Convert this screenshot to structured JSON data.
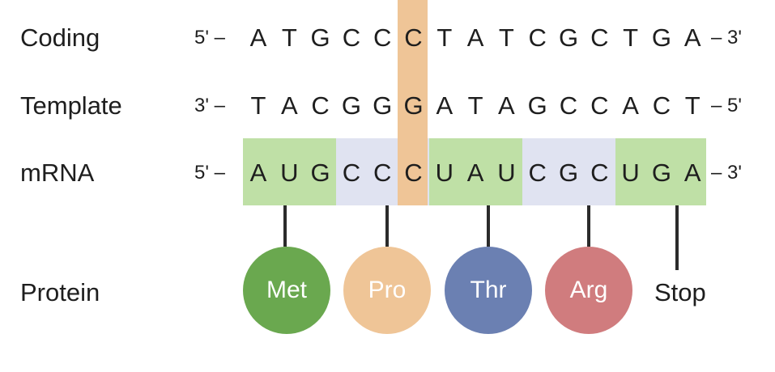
{
  "rows": {
    "coding": {
      "label": "Coding",
      "start": "5' –",
      "end": "– 3'",
      "bases": [
        "A",
        "T",
        "G",
        "C",
        "C",
        "C",
        "T",
        "A",
        "T",
        "C",
        "G",
        "C",
        "T",
        "G",
        "A"
      ]
    },
    "template": {
      "label": "Template",
      "start": "3' –",
      "end": "– 5'",
      "bases": [
        "T",
        "A",
        "C",
        "G",
        "G",
        "G",
        "A",
        "T",
        "A",
        "G",
        "C",
        "C",
        "A",
        "C",
        "T"
      ]
    },
    "mrna": {
      "label": "mRNA",
      "start": "5' –",
      "end": "– 3'",
      "bases": [
        "A",
        "U",
        "G",
        "C",
        "C",
        "C",
        "U",
        "A",
        "U",
        "C",
        "G",
        "C",
        "U",
        "G",
        "A"
      ]
    }
  },
  "highlight_index": 5,
  "codons": [
    {
      "color": "#bfe0a6"
    },
    {
      "color": "#e0e3f1"
    },
    {
      "color": "#bfe0a6"
    },
    {
      "color": "#e0e3f1"
    },
    {
      "color": "#bfe0a6"
    }
  ],
  "highlight_color": "#efc597",
  "protein": {
    "label": "Protein",
    "amino_acids": [
      {
        "name": "Met",
        "color": "#6aa84f"
      },
      {
        "name": "Pro",
        "color": "#efc597"
      },
      {
        "name": "Thr",
        "color": "#6b80b2"
      },
      {
        "name": "Arg",
        "color": "#d07c7e"
      }
    ],
    "stop_label": "Stop"
  }
}
